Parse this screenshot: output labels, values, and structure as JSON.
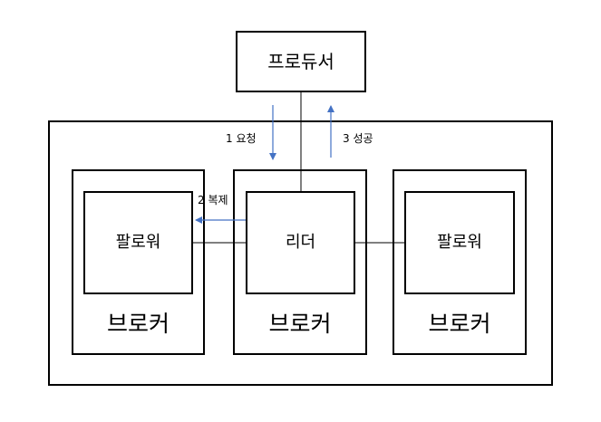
{
  "producer": {
    "label": "프로듀서"
  },
  "brokers": [
    {
      "label": "브로커",
      "inner_label": "팔로워"
    },
    {
      "label": "브로커",
      "inner_label": "리더"
    },
    {
      "label": "브로커",
      "inner_label": "팔로워"
    }
  ],
  "steps": {
    "request": "1 요청",
    "replicate": "2 복제",
    "success": "3 성공"
  },
  "colors": {
    "line": "#000000",
    "arrow": "#4472c4"
  }
}
